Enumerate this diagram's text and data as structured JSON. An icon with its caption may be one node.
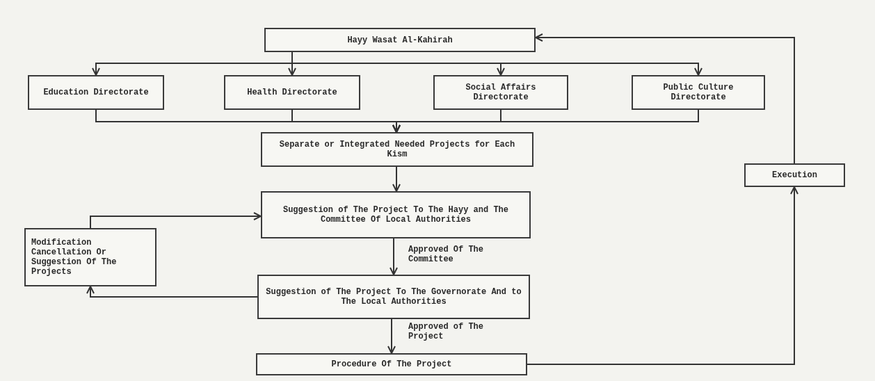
{
  "diagram": {
    "nodes": [
      {
        "text": [
          "Hayy Wasat Al-Kahirah"
        ]
      },
      {
        "text": [
          "Education Directorate"
        ]
      },
      {
        "text": [
          "Health Directorate"
        ]
      },
      {
        "text": [
          "Social Affairs Directorate"
        ]
      },
      {
        "text": [
          "Public Culture Directorate"
        ]
      },
      {
        "text": [
          "Separate or Integrated Needed Projects for Each Kism"
        ]
      },
      {
        "text": [
          "Suggestion of The Project To The Hayy and The Committee Of Local Authorities"
        ]
      },
      {
        "text": [
          "Modification Cancellation Or Suggestion Of The Projects"
        ]
      },
      {
        "text": [
          "Suggestion of The Project To The Governorate And to The Local Authorities"
        ]
      },
      {
        "text": [
          "Procedure Of The Project"
        ]
      },
      {
        "text": [
          "Execution"
        ]
      }
    ],
    "edges": [
      {
        "from": 0,
        "to": 1,
        "arrow": "to"
      },
      {
        "from": 0,
        "to": 2,
        "arrow": "to"
      },
      {
        "from": 0,
        "to": 3,
        "arrow": "to"
      },
      {
        "from": 0,
        "to": 4,
        "arrow": "to"
      },
      {
        "from": 1,
        "to": 5,
        "arrow": "to"
      },
      {
        "from": 2,
        "to": 5,
        "arrow": "to"
      },
      {
        "from": 3,
        "to": 5,
        "arrow": "to"
      },
      {
        "from": 4,
        "to": 5,
        "arrow": "to"
      },
      {
        "from": 5,
        "to": 6,
        "arrow": "to"
      },
      {
        "from": 6,
        "to": 8,
        "arrow": "to",
        "label": "Approved Of The Committee"
      },
      {
        "from": 8,
        "to": 7,
        "arrow": "to"
      },
      {
        "from": 7,
        "to": 6,
        "arrow": "to"
      },
      {
        "from": 8,
        "to": 9,
        "arrow": "to",
        "label": "Approved of The Project"
      },
      {
        "from": 9,
        "to": 10,
        "arrow": "to"
      },
      {
        "from": 10,
        "to": 0,
        "arrow": "to"
      }
    ]
  }
}
